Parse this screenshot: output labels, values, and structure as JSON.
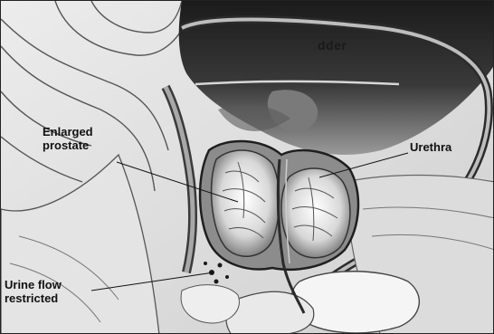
{
  "labels": {
    "enlarged_prostate": "Enlarged prostate",
    "urethra": "Urethra",
    "urine_flow_restricted": "Urine flow restricted",
    "bladder_partial": "dder"
  }
}
